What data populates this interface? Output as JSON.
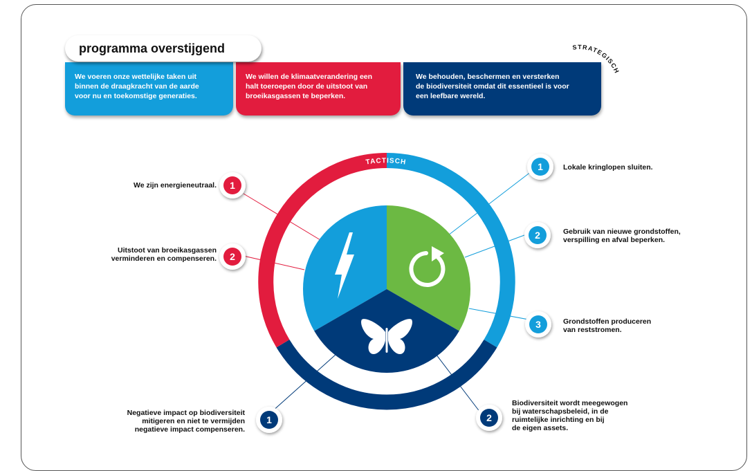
{
  "title": "programma overstijgend",
  "strategic_label": "STRATEGISCH",
  "tactical_label": "TACTISCH",
  "goals": [
    {
      "text_lines": [
        "We voeren onze wettelijke taken uit",
        "binnen de draagkracht van de aarde",
        "voor nu en toekomstige generaties."
      ],
      "color": "#139edb"
    },
    {
      "text_lines": [
        "We willen de klimaatverandering een",
        "halt toeroepen door de uitstoot van",
        "broeikasgassen te beperken."
      ],
      "color": "#e21c3e"
    },
    {
      "text_lines": [
        "We behouden, beschermen en versterken",
        "de biodiversiteit omdat dit essentieel is voor",
        "een leefbare wereld."
      ],
      "color": "#003a79"
    }
  ],
  "colors": {
    "red": "#e21c3e",
    "light_blue": "#139edb",
    "dark_blue": "#003a79",
    "green": "#6cb943"
  },
  "icons": {
    "energy": "lightning-icon",
    "circular": "circular-arrow-icon",
    "biodiversity": "butterfly-icon"
  },
  "red_items": [
    {
      "number": "1",
      "lines": [
        "We zijn energieneutraal."
      ]
    },
    {
      "number": "2",
      "lines": [
        "Uitstoot van broeikasgassen",
        "verminderen en compenseren."
      ]
    }
  ],
  "light_blue_items": [
    {
      "number": "1",
      "lines": [
        "Lokale kringlopen sluiten."
      ]
    },
    {
      "number": "2",
      "lines": [
        "Gebruik van nieuwe grondstoffen,",
        "verspilling en afval beperken."
      ]
    },
    {
      "number": "3",
      "lines": [
        "Grondstoffen produceren",
        "van reststromen."
      ]
    }
  ],
  "dark_blue_items": [
    {
      "number": "1",
      "lines": [
        "Negatieve impact op biodiversiteit",
        "mitigeren en niet te vermijden",
        "negatieve impact compenseren."
      ]
    },
    {
      "number": "2",
      "lines": [
        "Biodiversiteit wordt meegewogen",
        "bij waterschapsbeleid, in de",
        "ruimtelijke inrichting en bij",
        "de eigen assets."
      ]
    }
  ]
}
